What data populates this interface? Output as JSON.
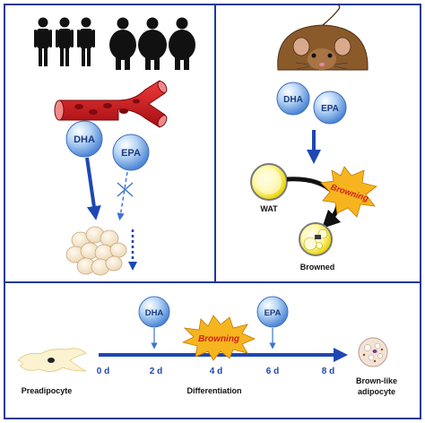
{
  "labels": {
    "dha_left": "DHA",
    "epa_left": "EPA",
    "dha_right": "DHA",
    "epa_right": "EPA",
    "wat": "WAT",
    "browned": "Browned",
    "browning_right": "Browning",
    "dha_bottom": "DHA",
    "epa_bottom": "EPA",
    "browning_bottom": "Browning",
    "preadipocyte": "Preadipocyte",
    "differentiation": "Differentiation",
    "brown_like_1": "Brown-like",
    "brown_like_2": "adipocyte"
  },
  "timeline": {
    "ticks": [
      "0 d",
      "2 d",
      "4 d",
      "6 d",
      "8 d"
    ]
  },
  "icons": {
    "lean_people": "lean-people-icon",
    "obese_people": "obese-people-icon",
    "blood_vessel": "blood-vessel-icon",
    "mouse": "mouse-icon"
  },
  "colors": {
    "frame": "#1f3a93",
    "arrow": "#1e47b4",
    "vessel": "#c0141c",
    "burst": "#f6b51e",
    "browning_text": "#d42020"
  }
}
